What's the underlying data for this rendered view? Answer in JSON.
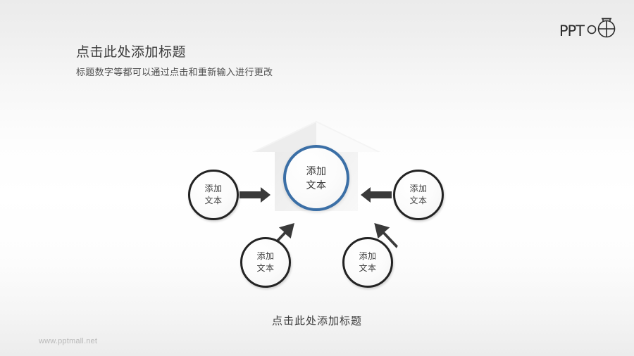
{
  "header": {
    "title": "点击此处添加标题",
    "subtitle": "标题数字等都可以通过点击和重新输入进行更改"
  },
  "logo": {
    "text": "PPT",
    "mark_icon": "pptmall-target-icon"
  },
  "diagram": {
    "background_arrow_icon": "up-arrow-shape",
    "center_node": {
      "label_line1": "添加",
      "label_line2": "文本",
      "border_color": "#3b6fa6"
    },
    "nodes": [
      {
        "id": "left",
        "label_line1": "添加",
        "label_line2": "文本",
        "border_color": "#232323",
        "connector_icon": "arrow-right-icon"
      },
      {
        "id": "right",
        "label_line1": "添加",
        "label_line2": "文本",
        "border_color": "#232323",
        "connector_icon": "arrow-left-icon"
      },
      {
        "id": "bottom-left",
        "label_line1": "添加",
        "label_line2": "文本",
        "border_color": "#232323",
        "connector_icon": "arrow-up-right-icon"
      },
      {
        "id": "bottom-right",
        "label_line1": "添加",
        "label_line2": "文本",
        "border_color": "#232323",
        "connector_icon": "arrow-up-left-icon"
      }
    ]
  },
  "caption": "点击此处添加标题",
  "footer": {
    "watermark": "www.pptmall.net"
  }
}
